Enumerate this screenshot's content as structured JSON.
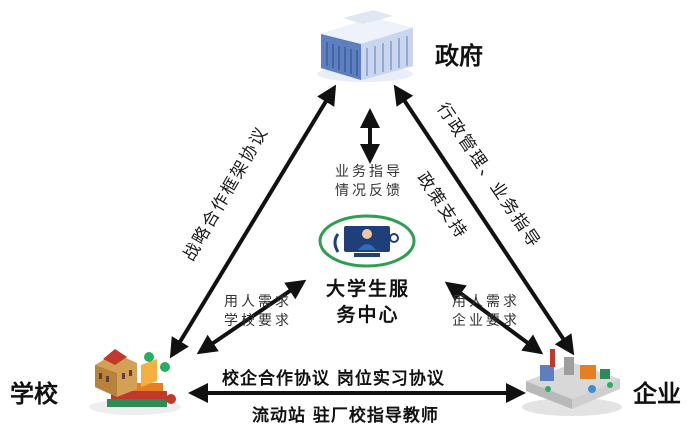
{
  "nodes": {
    "government": "政府",
    "school": "学校",
    "enterprise": "企业",
    "center_line1": "大学生服",
    "center_line2": "务中心"
  },
  "edges": {
    "school_government": "战略合作框架协议",
    "government_enterprise_outer": "行政管理、业务指导",
    "government_enterprise_inner": "政策支持",
    "center_top_line1": "业务指导",
    "center_top_line2": "情况反馈",
    "center_left_line1": "用人需求",
    "center_left_line2": "学校要求",
    "center_right_line1": "用人需求",
    "center_right_line2": "企业要求",
    "bottom_top": "校企合作协议  岗位实习协议",
    "bottom_bottom": "流动站  驻厂校指导教师"
  },
  "colors": {
    "arrow": "#111111",
    "center_ring": "#2e9e4f",
    "building_blue": "#6a8fc8"
  }
}
